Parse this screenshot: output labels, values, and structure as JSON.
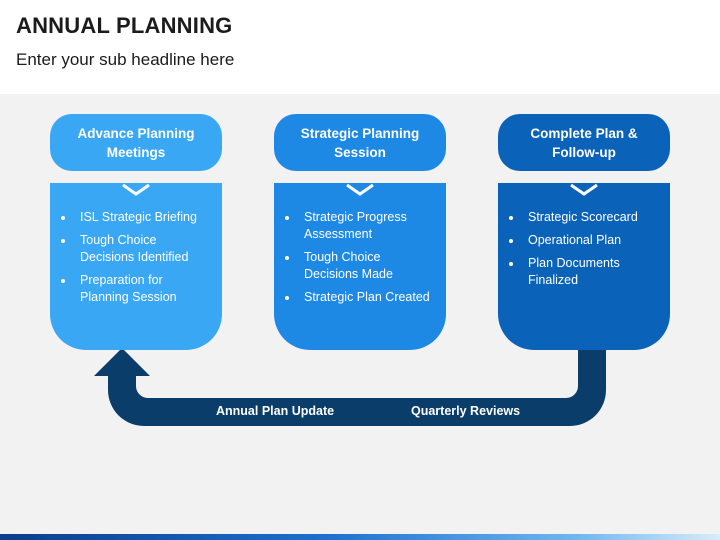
{
  "header": {
    "title": "ANNUAL PLANNING",
    "subtitle": "Enter your sub headline here"
  },
  "columns": [
    {
      "title": "Advance Planning Meetings",
      "color": "#3aa7f5",
      "bullets": [
        "ISL Strategic Briefing",
        "Tough Choice Decisions Identified",
        "Preparation for Planning Session"
      ]
    },
    {
      "title": "Strategic Planning Session",
      "color": "#1e88e5",
      "bullets": [
        "Strategic Progress Assessment",
        "Tough Choice Decisions Made",
        "Strategic Plan Created"
      ]
    },
    {
      "title": "Complete Plan & Follow-up",
      "color": "#0a63b8",
      "bullets": [
        "Strategic Scorecard",
        "Operational Plan",
        "Plan Documents Finalized"
      ]
    }
  ],
  "feedback_arrow": {
    "color": "#0b3d6b",
    "labels": [
      "Annual Plan Update",
      "Quarterly Reviews"
    ]
  }
}
